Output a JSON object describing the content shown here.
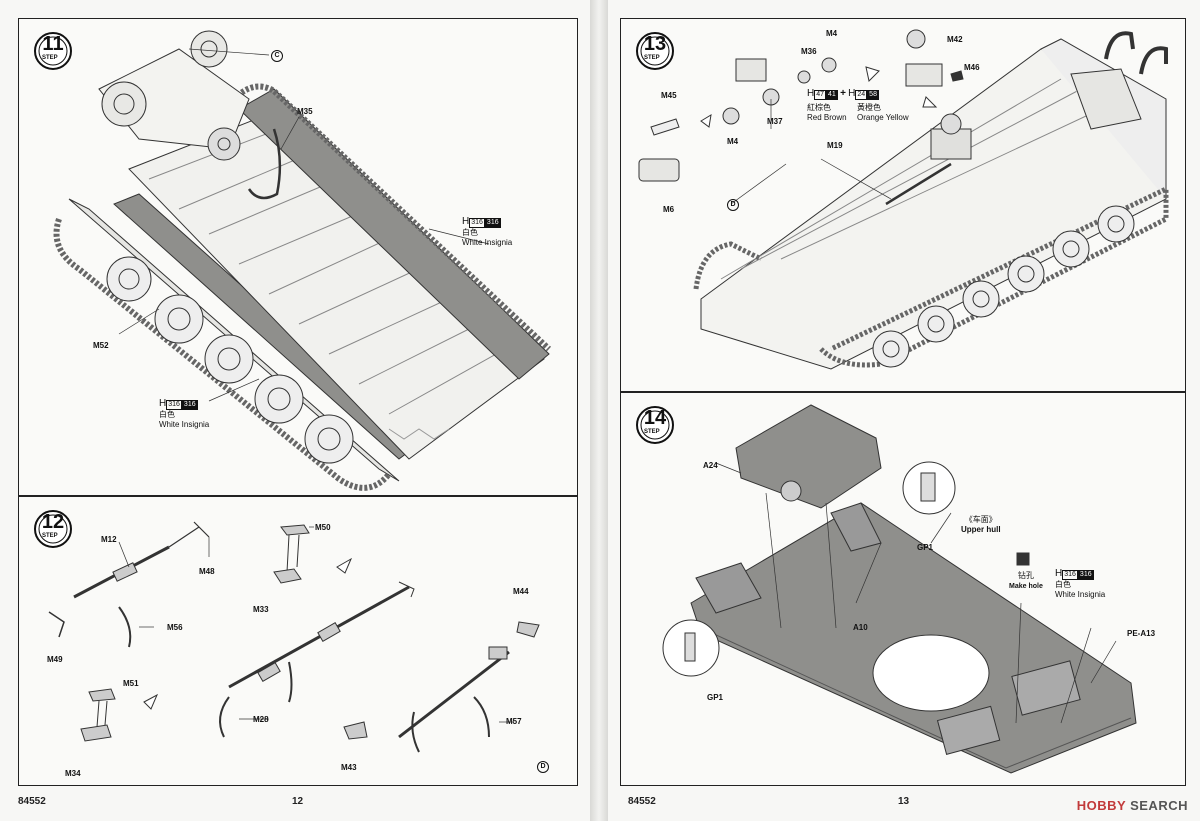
{
  "doc": {
    "product_code_left": "84552",
    "product_code_right": "84552",
    "page_left": "12",
    "page_right": "13"
  },
  "steps": {
    "s11": {
      "number": "11",
      "label": "STEP"
    },
    "s12": {
      "number": "12",
      "label": "STEP"
    },
    "s13": {
      "number": "13",
      "label": "STEP"
    },
    "s14": {
      "number": "14",
      "label": "STEP"
    }
  },
  "step11": {
    "callout_c": "C",
    "parts": {
      "m35": "M35",
      "m52": "M52"
    },
    "paint_a": {
      "letter": "H",
      "code_a": "316",
      "code_b": "316",
      "cn": "白色",
      "en": "White Insignia"
    },
    "paint_b": {
      "letter": "H",
      "code_a": "316",
      "code_b": "316",
      "cn": "白色",
      "en": "White Insignia"
    }
  },
  "step12": {
    "parts": {
      "m12": "M12",
      "m48": "M48",
      "m50": "M50",
      "m33": "M33",
      "m56": "M56",
      "m49": "M49",
      "m44": "M44",
      "m51": "M51",
      "m28": "M28",
      "m57": "M57",
      "m34": "M34",
      "m43": "M43"
    },
    "callout_d": "D"
  },
  "step13": {
    "parts": {
      "m4_top": "M4",
      "m36": "M36",
      "m42": "M42",
      "m46": "M46",
      "m45": "M45",
      "m37": "M37",
      "m4_left": "M4",
      "m19": "M19",
      "m6": "M6"
    },
    "callout_d": "D",
    "paint_mix": {
      "letter_a": "H",
      "code_a1": "47",
      "code_a2": "41",
      "cn_a": "紅棕色",
      "en_a": "Red Brown",
      "plus": "+",
      "letter_b": "H",
      "code_b1": "24",
      "code_b2": "58",
      "cn_b": "黃橙色",
      "en_b": "Orange Yellow"
    }
  },
  "step14": {
    "parts": {
      "a24": "A24",
      "gp1_top": "GP1",
      "a10": "A10",
      "gp1_left": "GP1",
      "pe_a13": "PE-A13"
    },
    "upper_hull_cn": "《车面》",
    "upper_hull_en": "Upper hull",
    "make_hole_cn": "钻孔",
    "make_hole_en": "Make hole",
    "paint": {
      "letter": "H",
      "code_a": "316",
      "code_b": "316",
      "cn": "白色",
      "en": "White Insignia"
    }
  },
  "watermark": {
    "brand": "HOBBY",
    "rest": "SEARCH"
  }
}
